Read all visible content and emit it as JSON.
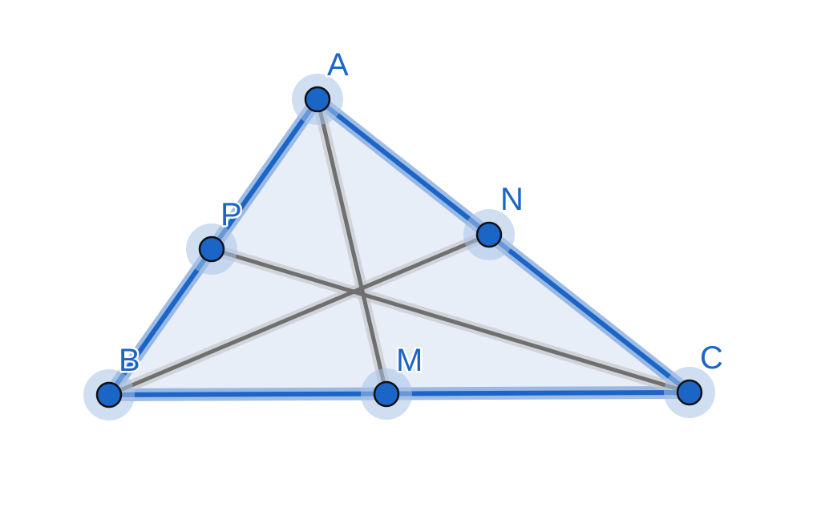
{
  "diagram": {
    "colors": {
      "fill": "#e7eef8",
      "side": "#1a65c6",
      "side_halo": "#80a6dd",
      "median": "#6f6f6f",
      "median_halo": "#c7c9cc",
      "point": "#1a65c6",
      "point_halo": "#a9c2e8",
      "label": "#1a65c6"
    },
    "points": [
      {
        "id": "A",
        "label": "A"
      },
      {
        "id": "B",
        "label": "B"
      },
      {
        "id": "C",
        "label": "C"
      },
      {
        "id": "M",
        "label": "M"
      },
      {
        "id": "N",
        "label": "N"
      },
      {
        "id": "P",
        "label": "P"
      }
    ],
    "sides": [
      [
        "A",
        "B"
      ],
      [
        "B",
        "C"
      ],
      [
        "C",
        "A"
      ]
    ],
    "medians": [
      [
        "A",
        "M"
      ],
      [
        "B",
        "N"
      ],
      [
        "C",
        "P"
      ]
    ]
  }
}
